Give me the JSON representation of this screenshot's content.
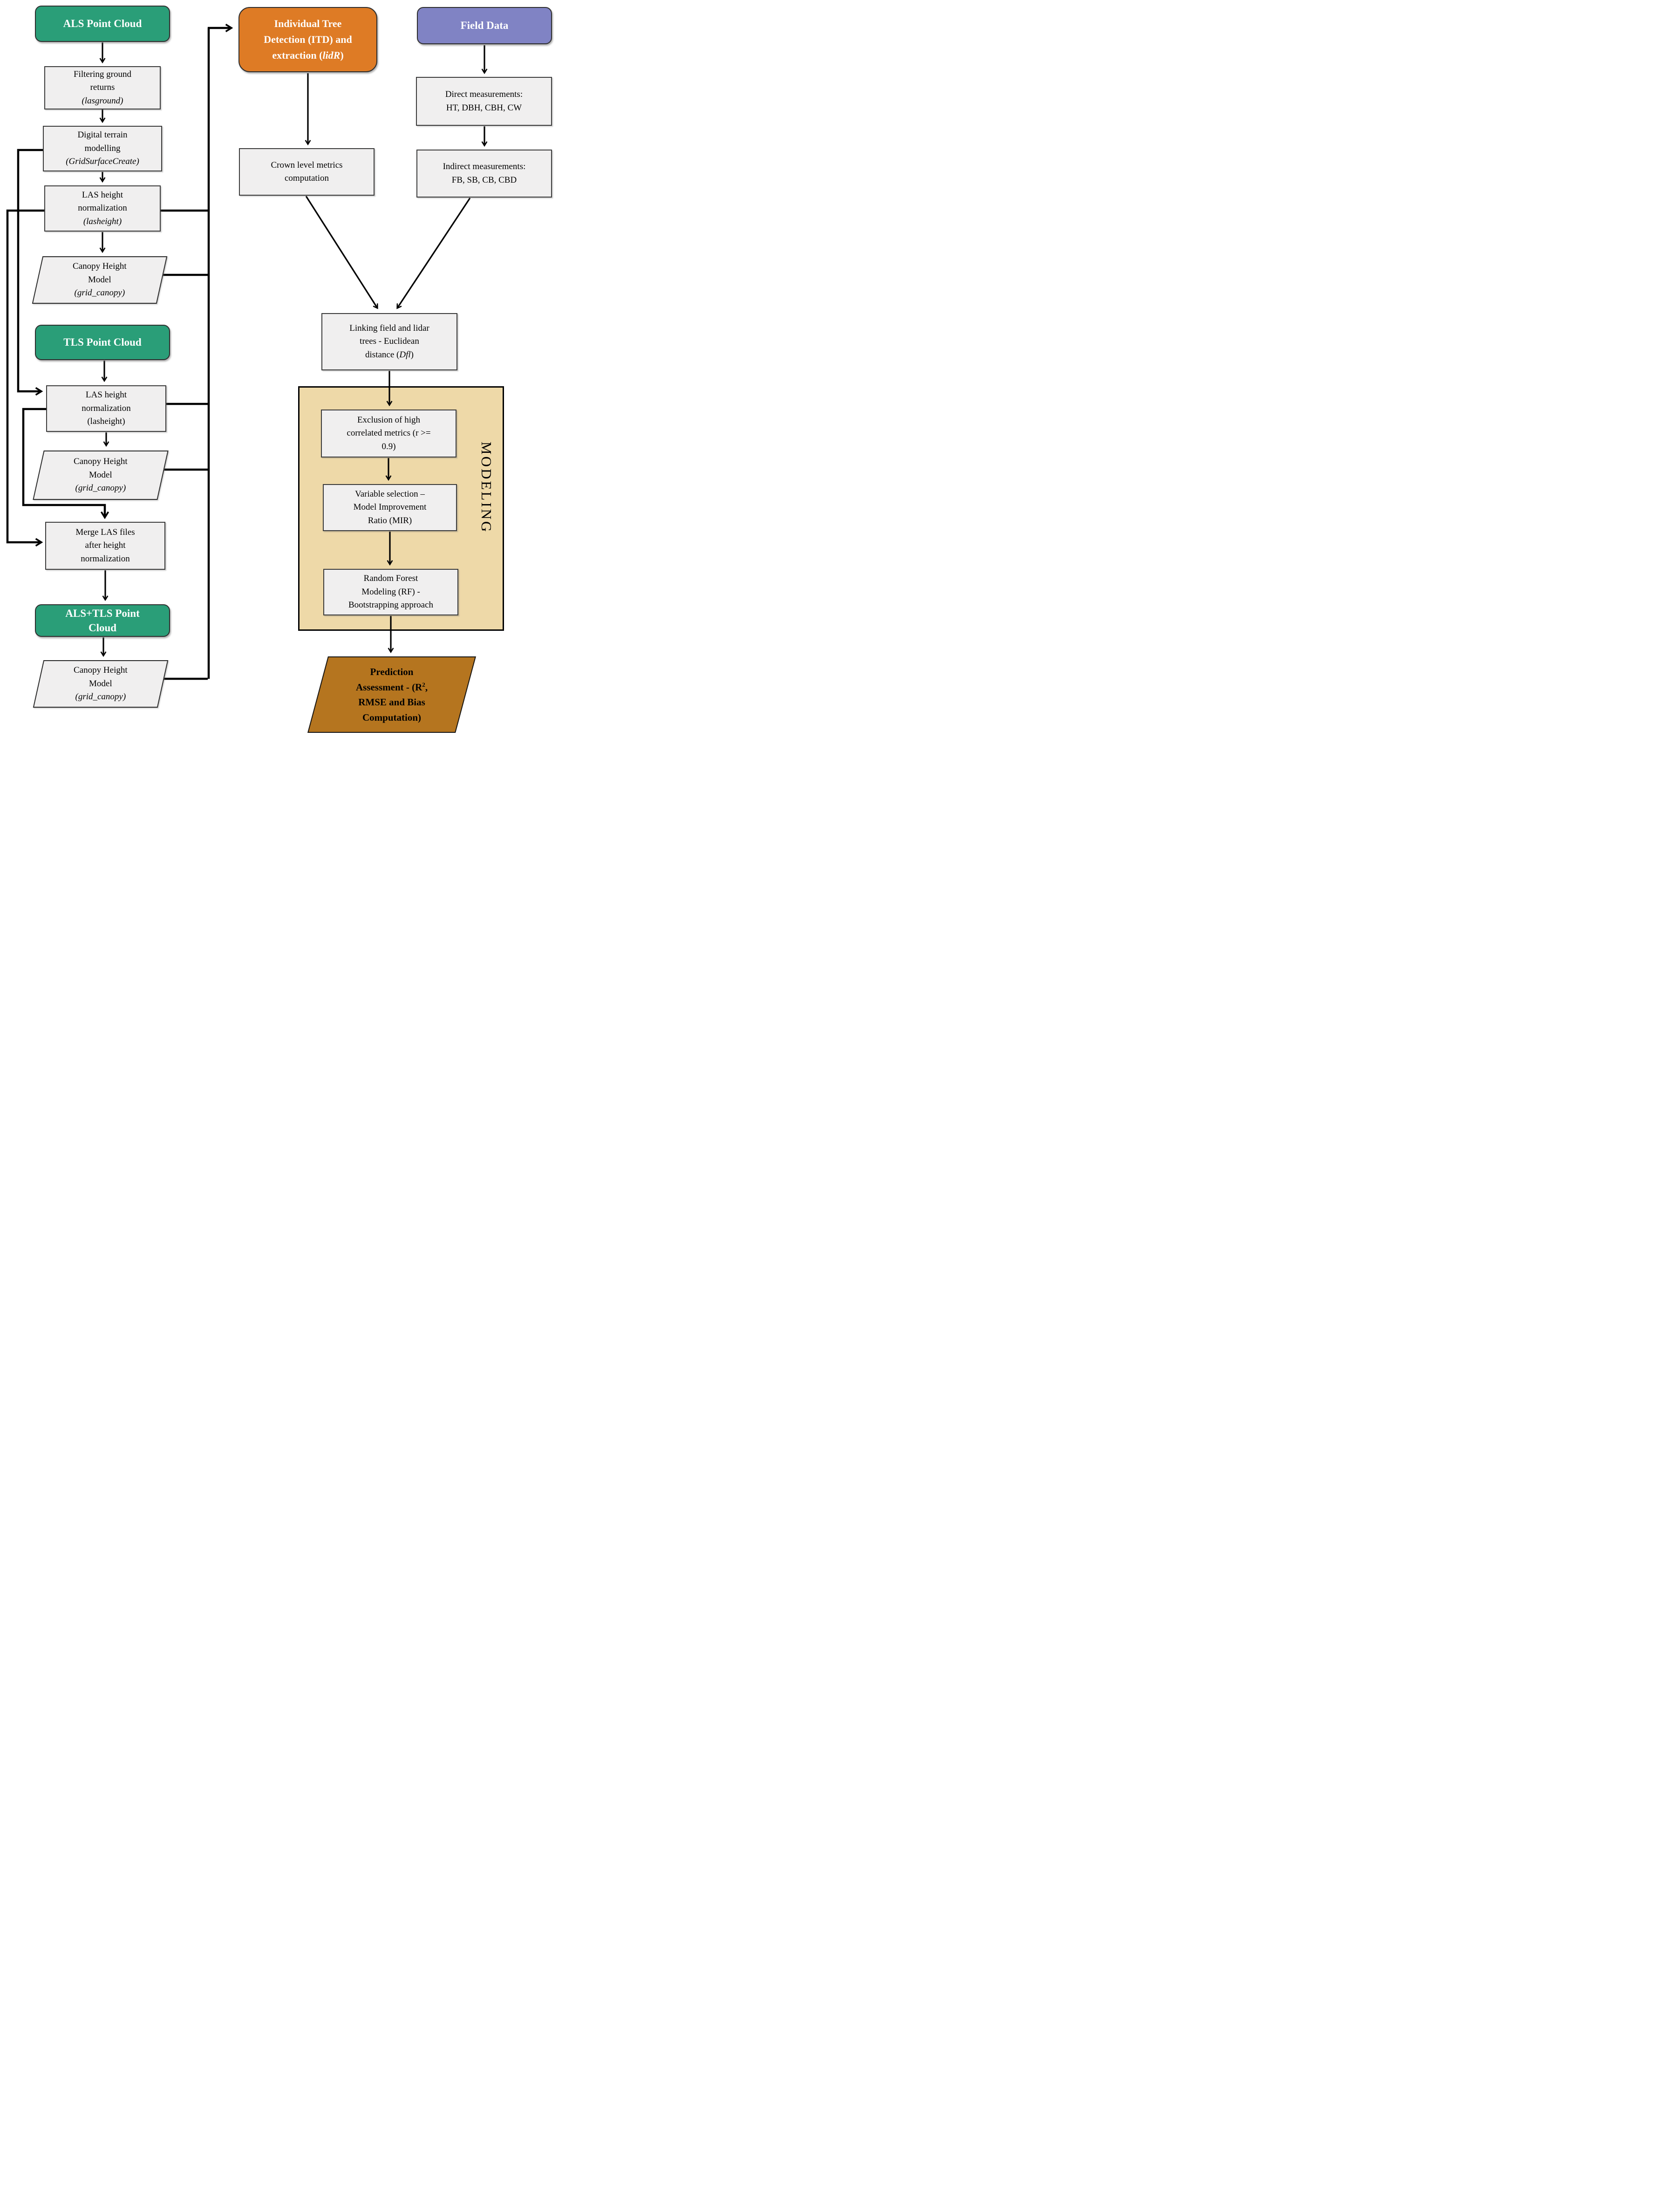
{
  "colors": {
    "node_green": "#2a9e78",
    "node_purple": "#8083c4",
    "node_orange": "#de7b25",
    "node_gray_fill": "#f0efef",
    "node_gray_border": "#3c3c3c",
    "modeling_container_fill": "#eed9a8",
    "prediction_fill": "#b5751f",
    "connector": "#000000"
  },
  "modeling_container_label": "MODELING",
  "nodes": {
    "als_point_cloud": {
      "lines": [
        [
          "ALS Point Cloud"
        ]
      ]
    },
    "filtering_ground": {
      "lines": [
        [
          "Filtering ground"
        ],
        [
          "returns"
        ],
        [
          {
            "t": "(lasground)",
            "i": true
          }
        ]
      ]
    },
    "digital_terrain": {
      "lines": [
        [
          "Digital terrain"
        ],
        [
          "modelling"
        ],
        [
          {
            "t": "(GridSurfaceCreate)",
            "i": true
          }
        ]
      ]
    },
    "las_height_norm_als": {
      "lines": [
        [
          "LAS height"
        ],
        [
          "normalization"
        ],
        [
          {
            "t": "(lasheight)",
            "i": true
          }
        ]
      ]
    },
    "chm_als": {
      "lines": [
        [
          "Canopy Height"
        ],
        [
          "Model"
        ],
        [
          {
            "t": "(grid_canopy)",
            "i": true
          }
        ]
      ]
    },
    "tls_point_cloud": {
      "lines": [
        [
          "TLS Point Cloud"
        ]
      ]
    },
    "las_height_norm_tls": {
      "lines": [
        [
          "LAS height"
        ],
        [
          "normalization"
        ],
        [
          "(lasheight)"
        ]
      ]
    },
    "chm_tls": {
      "lines": [
        [
          "Canopy Height"
        ],
        [
          "Model"
        ],
        [
          {
            "t": "(grid_canopy)",
            "i": true
          }
        ]
      ]
    },
    "merge_las": {
      "lines": [
        [
          "Merge LAS  files"
        ],
        [
          "after height"
        ],
        [
          "normalization"
        ]
      ]
    },
    "als_tls_point_cloud": {
      "lines": [
        [
          "ALS+TLS Point"
        ],
        [
          "Cloud"
        ]
      ]
    },
    "chm_merged": {
      "lines": [
        [
          "Canopy Height"
        ],
        [
          "Model"
        ],
        [
          {
            "t": "(grid_canopy)",
            "i": true
          }
        ]
      ]
    },
    "itd": {
      "lines": [
        [
          "Individual Tree"
        ],
        [
          "Detection (ITD) and"
        ],
        [
          {
            "t": "extraction ("
          },
          {
            "t": "lidR",
            "i": true
          },
          {
            "t": ")"
          }
        ]
      ]
    },
    "crown_metrics": {
      "lines": [
        [
          "Crown level metrics"
        ],
        [
          "computation"
        ]
      ]
    },
    "field_data": {
      "lines": [
        [
          "Field Data"
        ]
      ]
    },
    "direct_measurements": {
      "lines": [
        [
          "Direct measurements:"
        ],
        [
          "HT, DBH, CBH, CW"
        ]
      ]
    },
    "indirect_measurements": {
      "lines": [
        [
          "Indirect measurements:"
        ],
        [
          "FB, SB, CB, CBD"
        ]
      ]
    },
    "linking": {
      "lines": [
        [
          "Linking field and lidar"
        ],
        [
          "trees - Euclidean"
        ],
        [
          {
            "t": "distance ("
          },
          {
            "t": "Dfl",
            "i": true
          },
          {
            "t": ")"
          }
        ]
      ]
    },
    "exclusion": {
      "lines": [
        [
          "Exclusion of high"
        ],
        [
          "correlated metrics (r >="
        ],
        [
          "0.9)"
        ]
      ]
    },
    "variable_selection": {
      "lines": [
        [
          "Variable selection –"
        ],
        [
          "Model Improvement"
        ],
        [
          "Ratio (MIR)"
        ]
      ]
    },
    "random_forest": {
      "lines": [
        [
          "Random Forest"
        ],
        [
          "Modeling (RF) -"
        ],
        [
          "Bootstrapping approach"
        ]
      ]
    },
    "prediction": {
      "lines": [
        [
          "Prediction"
        ],
        [
          {
            "t": "Assessment - (R"
          },
          {
            "t": "2",
            "sup": true
          },
          {
            "t": ","
          }
        ],
        [
          "RMSE and Bias"
        ],
        [
          "Computation)"
        ]
      ]
    }
  }
}
